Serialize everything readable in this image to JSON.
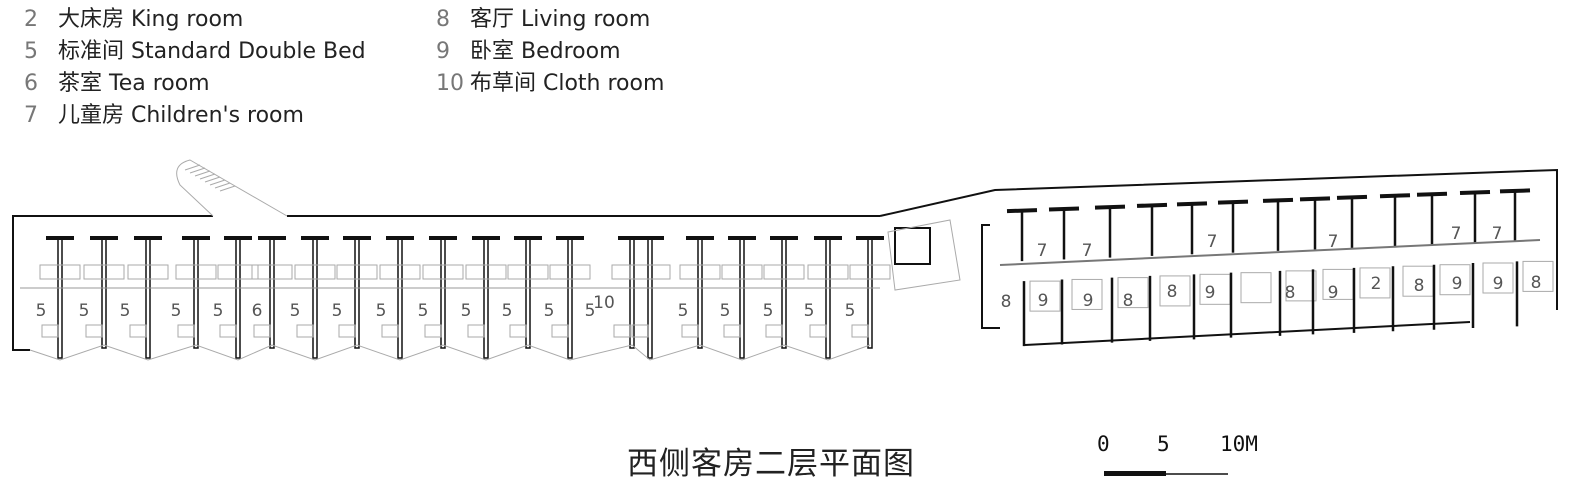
{
  "legend": {
    "left": [
      {
        "num": "2",
        "label": "大床房 King room"
      },
      {
        "num": "5",
        "label": "标准间 Standard Double Bed"
      },
      {
        "num": "6",
        "label": "茶室 Tea room"
      },
      {
        "num": "7",
        "label": "儿童房 Children's room"
      }
    ],
    "right": [
      {
        "num": "8",
        "label": "客厅 Living room"
      },
      {
        "num": "9",
        "label": "卧室 Bedroom"
      },
      {
        "num": "10",
        "label": "布草间 Cloth room"
      }
    ]
  },
  "plan": {
    "west_wing_labels": [
      "5",
      "5",
      "5",
      "5",
      "5",
      "6",
      "5",
      "5",
      "5",
      "5",
      "5",
      "5",
      "5",
      "5",
      "10",
      "5",
      "5",
      "5",
      "5",
      "5"
    ],
    "east_wing_labels": [
      "7",
      "7",
      "7",
      "7",
      "7",
      "7",
      "8",
      "9",
      "9",
      "8",
      "8",
      "9",
      "8",
      "9",
      "2",
      "8",
      "9",
      "9",
      "8"
    ]
  },
  "title": "西侧客房二层平面图",
  "scale": {
    "ticks": [
      "0",
      "5",
      "10M"
    ]
  }
}
